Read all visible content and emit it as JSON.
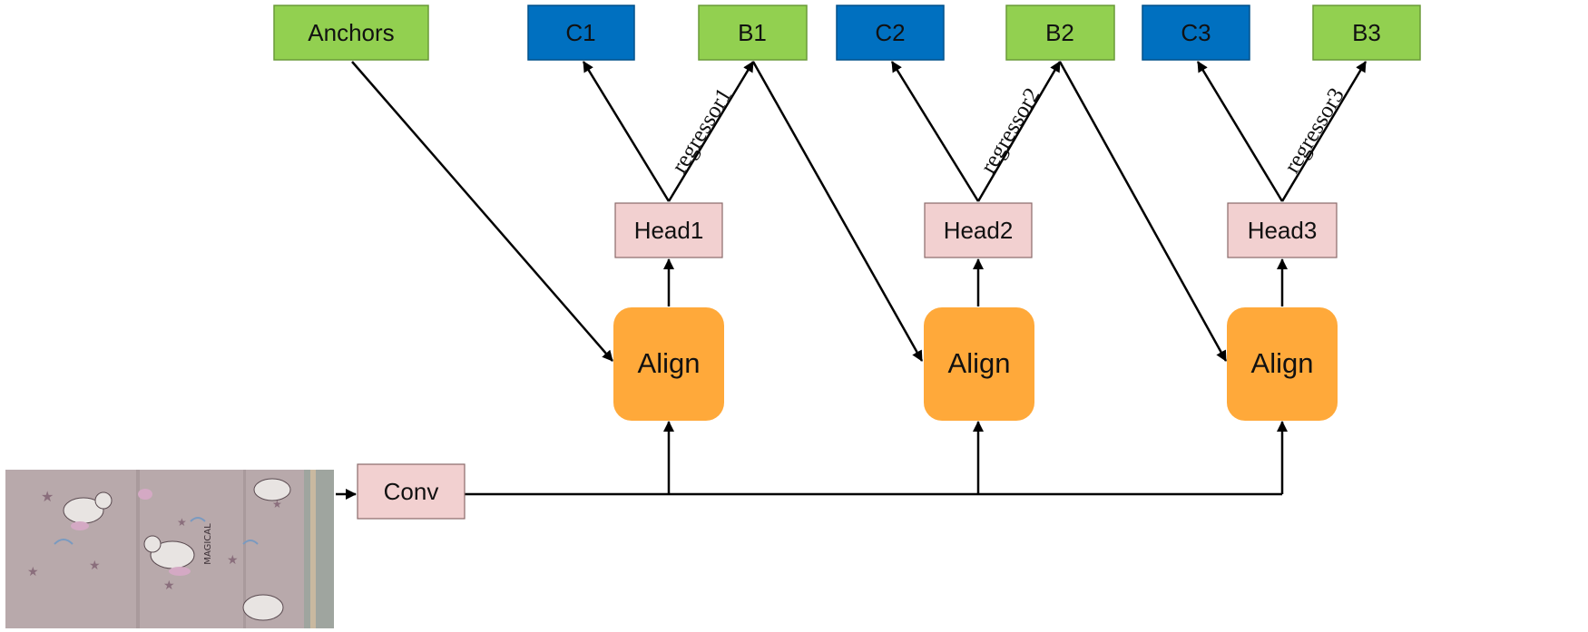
{
  "nodes": {
    "anchors": {
      "label": "Anchors"
    },
    "c1": {
      "label": "C1"
    },
    "b1": {
      "label": "B1"
    },
    "c2": {
      "label": "C2"
    },
    "b2": {
      "label": "B2"
    },
    "c3": {
      "label": "C3"
    },
    "b3": {
      "label": "B3"
    },
    "head1": {
      "label": "Head1"
    },
    "head2": {
      "label": "Head2"
    },
    "head3": {
      "label": "Head3"
    },
    "align1": {
      "label": "Align"
    },
    "align2": {
      "label": "Align"
    },
    "align3": {
      "label": "Align"
    },
    "conv": {
      "label": "Conv"
    }
  },
  "edge_labels": {
    "regressor1": "regressor1",
    "regressor2": "regressor2",
    "regressor3": "regressor3"
  },
  "input_image": {
    "stamp_text": "MAGICAL"
  },
  "colors": {
    "green": "#92d050",
    "blue": "#0070c0",
    "pink": "#f2d0d0",
    "orange": "#ffa93a",
    "input_bg": "#b8a9ab"
  }
}
